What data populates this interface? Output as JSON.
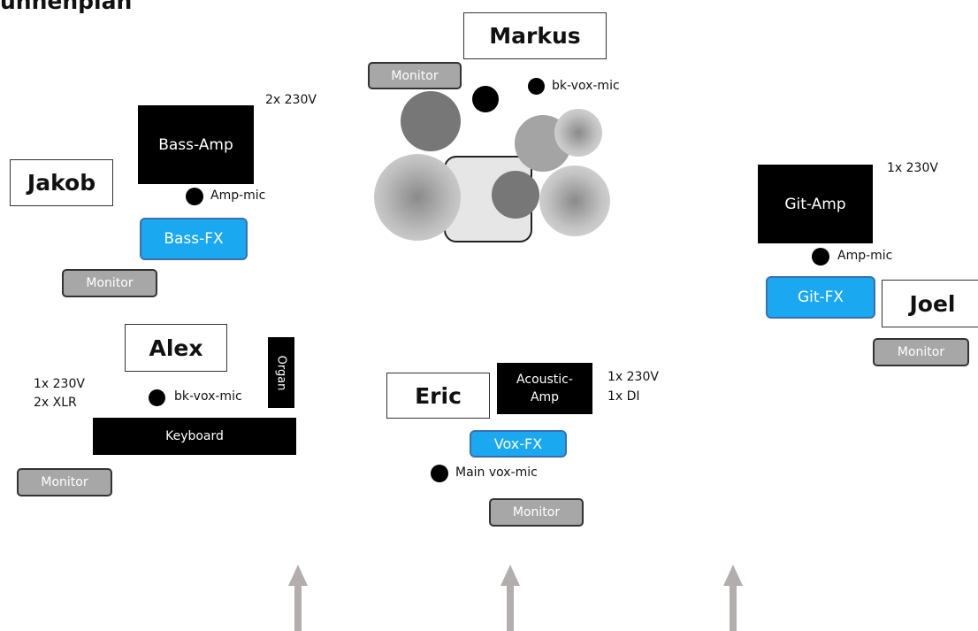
{
  "title": "ühnenplan",
  "musicians": {
    "markus": "Markus",
    "jakob": "Jakob",
    "alex": "Alex",
    "eric": "Eric",
    "joel": "Joel"
  },
  "monitors": {
    "markus": "Monitor",
    "jakob": "Monitor",
    "alex": "Monitor",
    "eric": "Monitor",
    "joel": "Monitor"
  },
  "amps": {
    "bass": "Bass-Amp",
    "git": "Git-Amp",
    "acoustic_line1": "Acoustic-",
    "acoustic_line2": "Amp"
  },
  "fx": {
    "bass": "Bass-FX",
    "git": "Git-FX",
    "vox": "Vox-FX"
  },
  "mics": {
    "markus_bk_vox": "bk-vox-mic",
    "bass_amp_mic": "Amp-mic",
    "git_amp_mic": "Amp-mic",
    "alex_bk_vox": "bk-vox-mic",
    "main_vox": "Main vox-mic"
  },
  "keys": {
    "keyboard": "Keyboard",
    "organ": "Organ"
  },
  "power": {
    "bass": "2x 230V",
    "git": "1x 230V",
    "alex_line1": "1x 230V",
    "alex_line2": "2x XLR",
    "acoustic_line1": "1x 230V",
    "acoustic_line2": "1x DI"
  },
  "colors": {
    "fx_fill": "#1aa9f0",
    "monitor_fill": "#a7a7a7",
    "amp_fill": "#000000",
    "arrow": "#b4adad"
  }
}
